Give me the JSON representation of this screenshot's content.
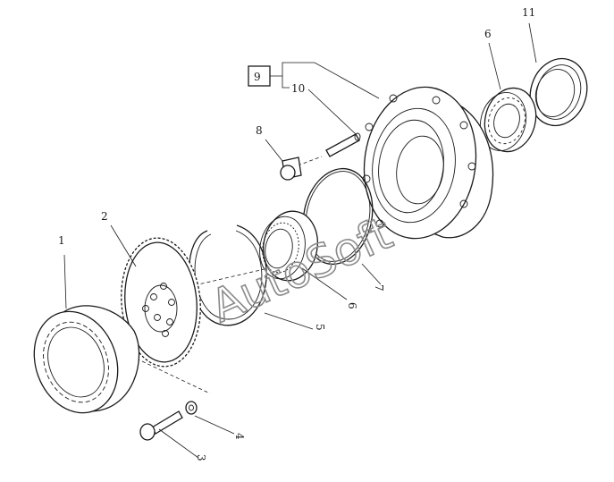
{
  "diagram": {
    "watermark": "AutoSoft",
    "callouts": [
      {
        "id": "1",
        "label": "1"
      },
      {
        "id": "2",
        "label": "2"
      },
      {
        "id": "3",
        "label": "3"
      },
      {
        "id": "4",
        "label": "4"
      },
      {
        "id": "5",
        "label": "5"
      },
      {
        "id": "6a",
        "label": "6"
      },
      {
        "id": "6b",
        "label": "6"
      },
      {
        "id": "7",
        "label": "7"
      },
      {
        "id": "8",
        "label": "8"
      },
      {
        "id": "9",
        "label": "9"
      },
      {
        "id": "10",
        "label": "10"
      },
      {
        "id": "11",
        "label": "11"
      }
    ]
  }
}
